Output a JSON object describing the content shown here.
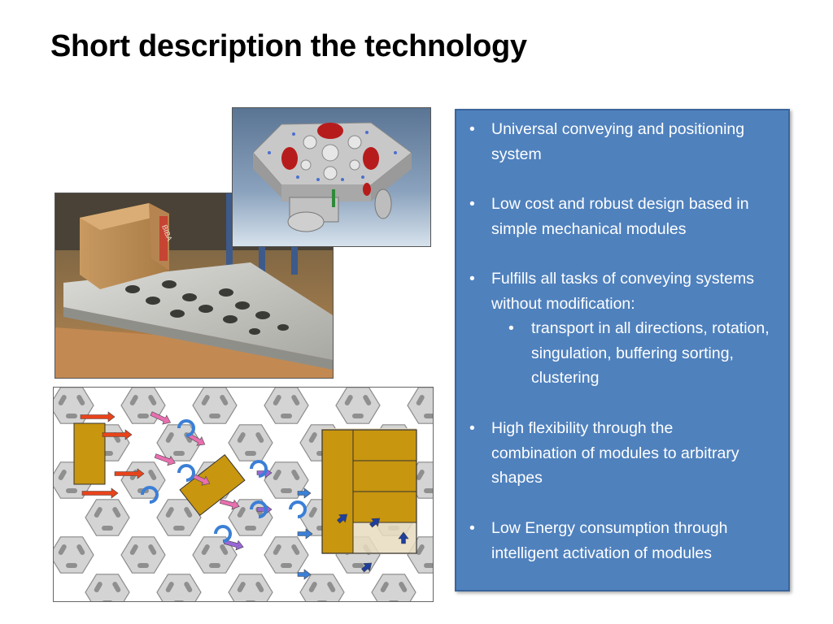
{
  "slide": {
    "title": "Short description the technology"
  },
  "bullets": [
    {
      "text": "Universal conveying and positioning system"
    },
    {
      "text": "Low cost and robust design based in simple mechanical modules"
    },
    {
      "text": "Fulfills all tasks of conveying systems without modification:",
      "sub": [
        {
          "text": "transport in all directions, rotation, singulation, buffering sorting, clustering"
        }
      ]
    },
    {
      "text": "High flexibility through the combination of modules to arbitrary shapes"
    },
    {
      "text": "Low Energy consumption through intelligent activation of modules"
    }
  ],
  "bullet_glyph": "•",
  "images": {
    "photo_box_print": "BIBA"
  },
  "colors": {
    "panel": "#4f81bd",
    "box": "#c8960f",
    "arrow_red": "#e8431b",
    "arrow_pink": "#e86fb0",
    "arrow_blue": "#3b7fd6",
    "arrow_purple": "#9966d6",
    "arrow_darkblue": "#1e3f9e"
  }
}
